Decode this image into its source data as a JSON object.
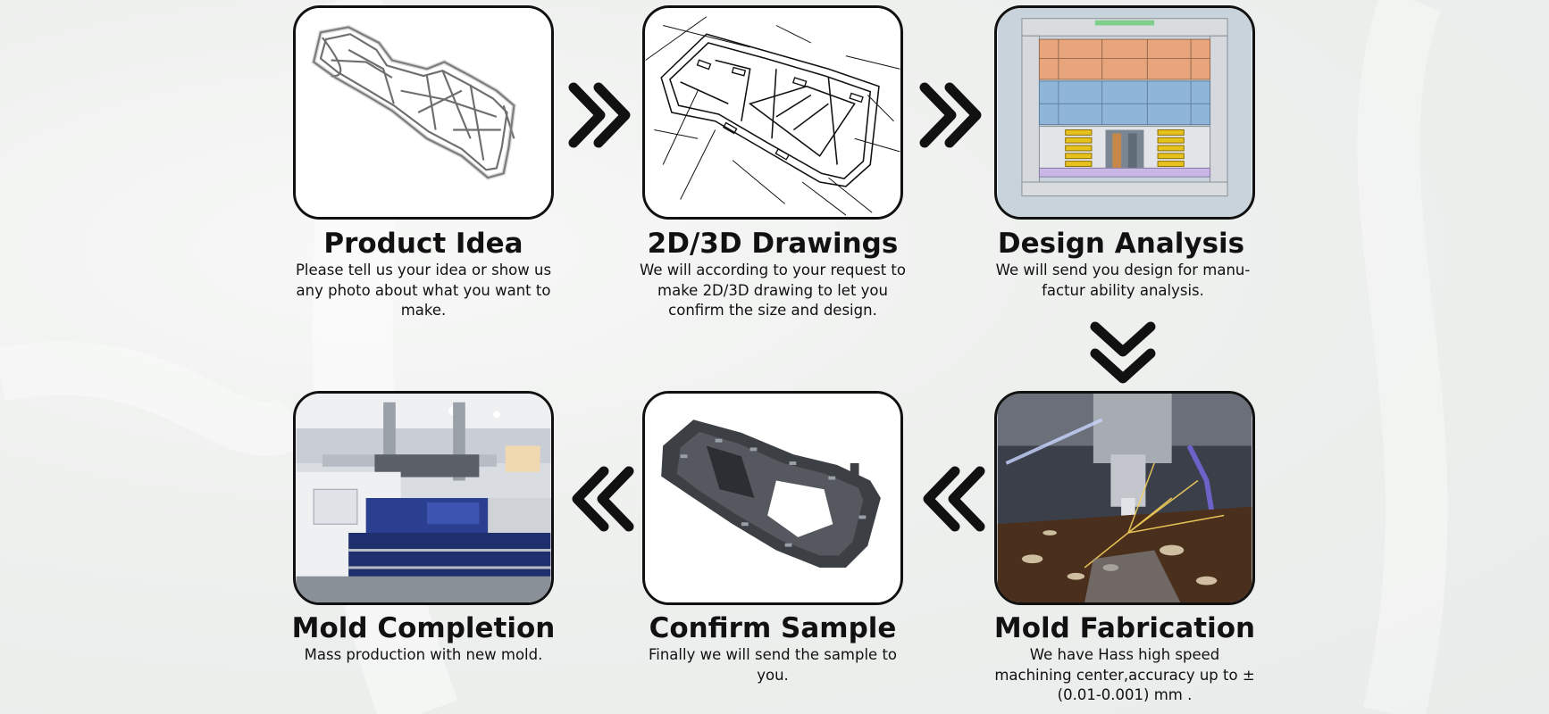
{
  "steps": [
    {
      "title": "Product Idea",
      "desc": "Please tell us your idea or show us any photo about what you want to make.",
      "image": "wireframe-sketch"
    },
    {
      "title": "2D/3D Drawings",
      "desc": "We will according to your request to make 2D/3D drawing to let you confirm the size and design.",
      "image": "technical-drawing"
    },
    {
      "title": "Design Analysis",
      "desc": "We will send you design for manu-factur ability analysis.",
      "image": "mold-cad-section"
    },
    {
      "title": "Mold Fabrication",
      "desc": "We have Hass high speed machining center,accuracy up to ± (0.01-0.001) mm .",
      "image": "cnc-machining-photo"
    },
    {
      "title": "Confirm Sample",
      "desc": "Finally we will send the sample to you.",
      "image": "plastic-part-sample"
    },
    {
      "title": "Mold Completion",
      "desc": "Mass production with new mold.",
      "image": "injection-machine-photo"
    }
  ],
  "arrows": [
    {
      "from": "Product Idea",
      "to": "2D/3D Drawings",
      "icon": "double-chevron-right-icon"
    },
    {
      "from": "2D/3D Drawings",
      "to": "Design Analysis",
      "icon": "double-chevron-right-icon"
    },
    {
      "from": "Design Analysis",
      "to": "Mold Fabrication",
      "icon": "double-chevron-down-icon"
    },
    {
      "from": "Mold Fabrication",
      "to": "Confirm Sample",
      "icon": "double-chevron-left-icon"
    },
    {
      "from": "Confirm Sample",
      "to": "Mold Completion",
      "icon": "double-chevron-left-icon"
    }
  ],
  "colors": {
    "ink": "#111111",
    "background": "#eef0ee",
    "mold_orange": "#e8a57c",
    "mold_blue": "#8fb6d9",
    "spring_yellow": "#e7c21d",
    "machine_blue": "#2a3f8f"
  }
}
